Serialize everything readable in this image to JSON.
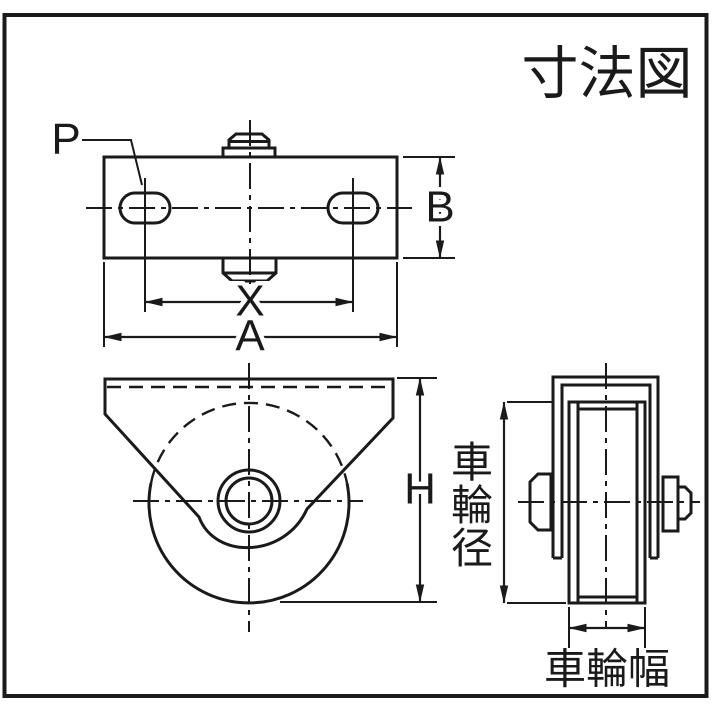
{
  "title": "寸法図",
  "colors": {
    "ink": "#1a1a1a",
    "background": "#ffffff"
  },
  "labels": {
    "mounting_hole": "P",
    "plate_depth": "B",
    "hole_pitch": "X",
    "plate_width": "A",
    "overall_height": "H",
    "wheel_diameter": "車輪径",
    "wheel_width": "車輪幅"
  }
}
